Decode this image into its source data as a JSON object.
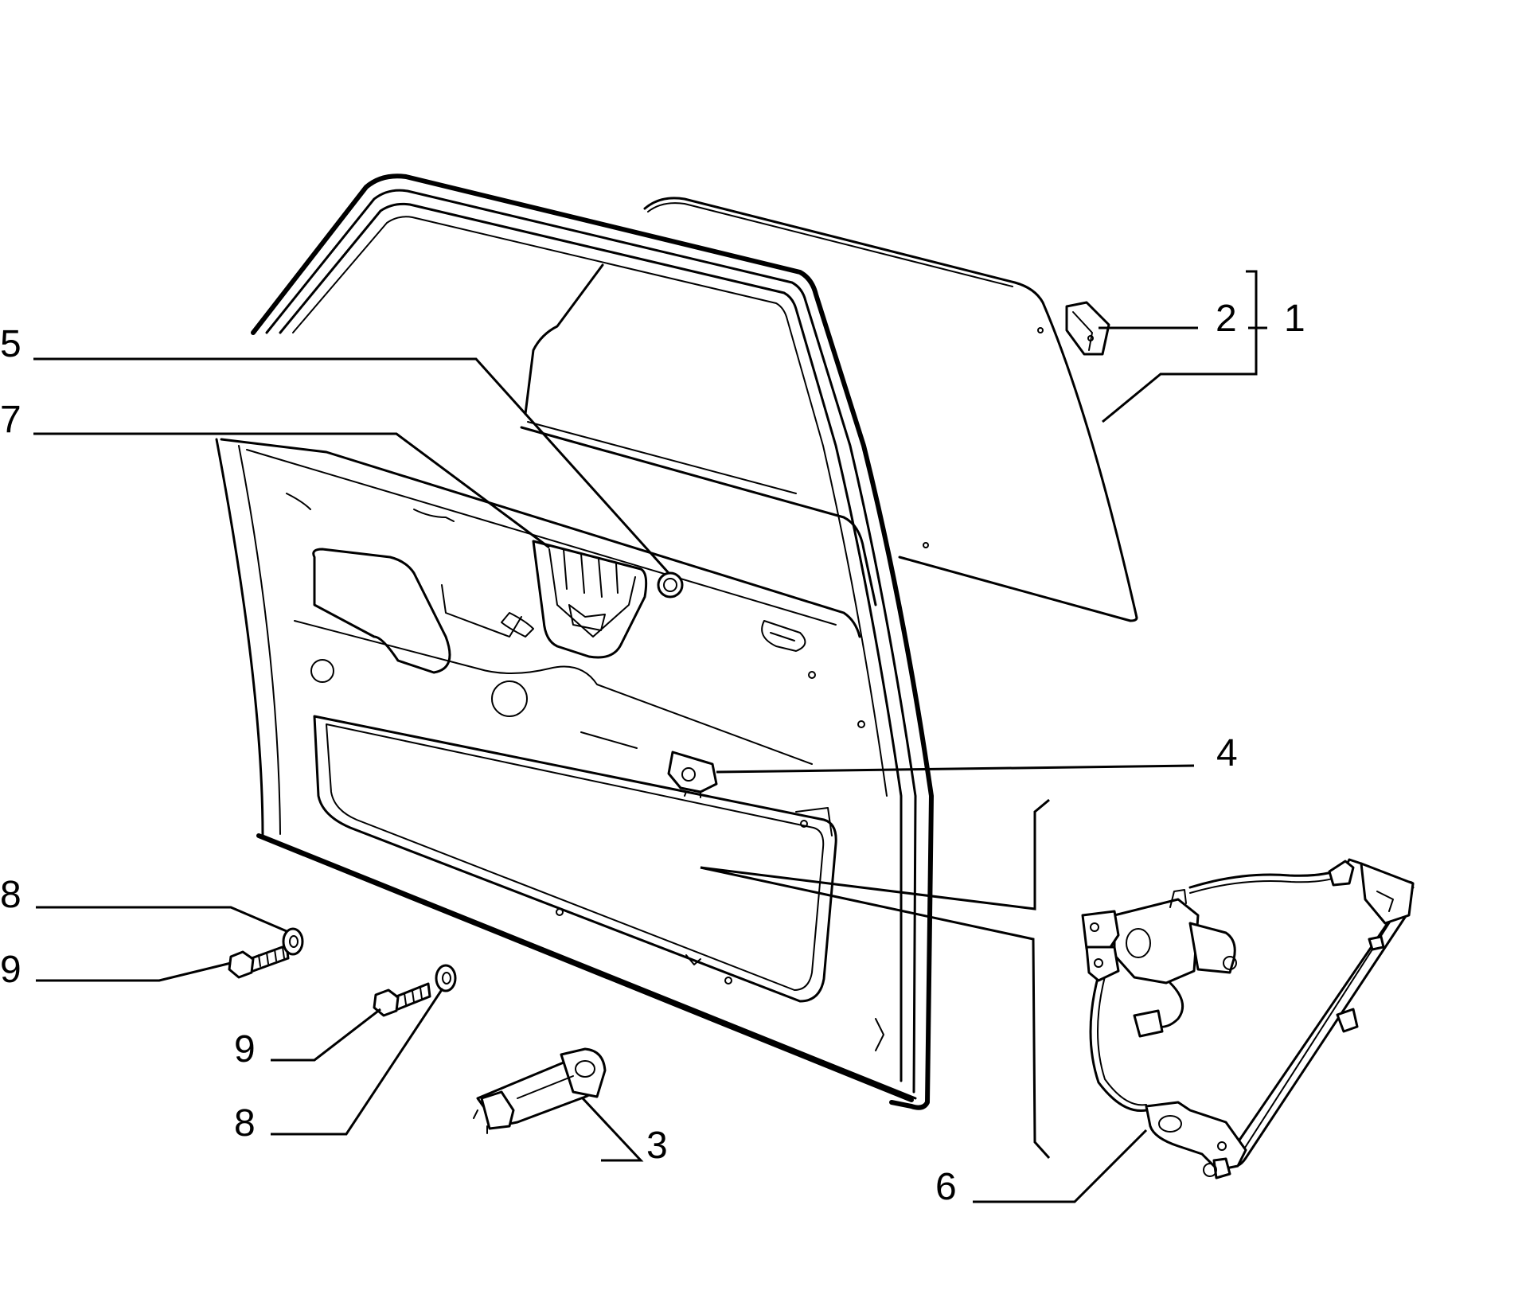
{
  "callouts": {
    "c1": "1",
    "c2": "2",
    "c3": "3",
    "c4": "4",
    "c5": "5",
    "c6": "6",
    "c7": "7",
    "c8a": "8",
    "c8b": "8",
    "c9a": "9",
    "c9b": "9"
  },
  "parts": [
    {
      "ref": "1",
      "icon": "window-glass-assembly-icon"
    },
    {
      "ref": "2",
      "icon": "glass-clip-icon"
    },
    {
      "ref": "3",
      "icon": "door-check-strap-icon"
    },
    {
      "ref": "4",
      "icon": "panel-clip-icon"
    },
    {
      "ref": "5",
      "icon": "grommet-plug-icon"
    },
    {
      "ref": "6",
      "icon": "window-regulator-motor-icon"
    },
    {
      "ref": "7",
      "icon": "handle-bracket-icon"
    },
    {
      "ref": "8",
      "icon": "washer-icon"
    },
    {
      "ref": "9",
      "icon": "bolt-icon"
    }
  ],
  "colors": {
    "line": "#000000",
    "background": "#ffffff"
  }
}
